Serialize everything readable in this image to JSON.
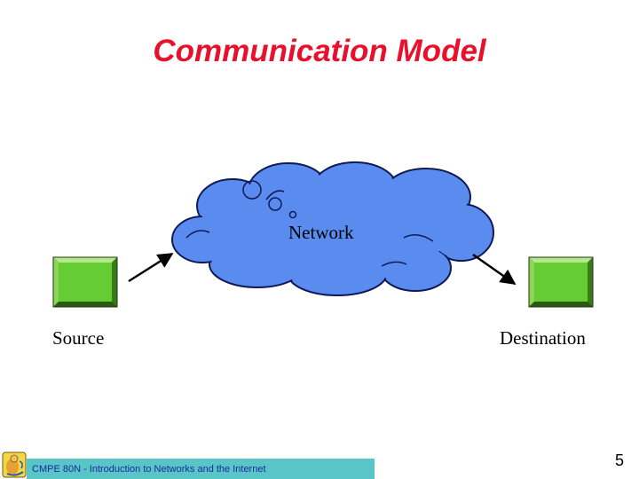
{
  "slide": {
    "title": "Communication Model",
    "page_number": "5"
  },
  "diagram": {
    "network_label": "Network",
    "source_label": "Source",
    "destination_label": "Destination"
  },
  "footer": {
    "text": "CMPE 80N - Introduction to Networks and the Internet"
  },
  "colors": {
    "title": "#e8102a",
    "cloud_fill": "#5a8cf0",
    "node_face": "#66cc33",
    "footer_bar": "#59c5c7",
    "footer_text": "#1a2aa0"
  }
}
